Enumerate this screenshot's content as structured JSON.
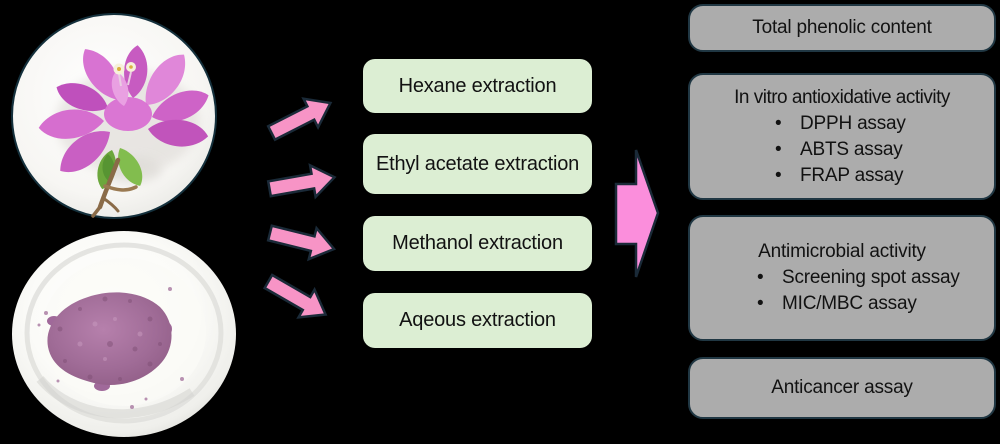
{
  "figure": {
    "background": "#000000",
    "photos": {
      "flower": "bougainvillea-flower-photo",
      "powder": "plant-powder-in-bowl-photo"
    }
  },
  "extractions": {
    "box_fill": "#DCEED3",
    "text_color": "#121212",
    "items": [
      {
        "label": "Hexane extraction"
      },
      {
        "label": "Ethyl acetate extraction"
      },
      {
        "label": "Methanol extraction"
      },
      {
        "label": "Aqeous extraction"
      }
    ]
  },
  "assays": {
    "box_fill": "#ACACAC",
    "border_color": "#203743",
    "text_color": "#121212",
    "bullet_char": "•",
    "items": [
      {
        "title": "Total phenolic content",
        "bullets": []
      },
      {
        "title": "In vitro antioxidative activity",
        "bullets": [
          "DPPH assay",
          "ABTS assay",
          "FRAP assay"
        ]
      },
      {
        "title": "Antimicrobial activity",
        "bullets": [
          "Screening spot assay",
          "MIC/MBC assay"
        ]
      },
      {
        "title": "Anticancer assay",
        "bullets": []
      }
    ]
  },
  "arrows": {
    "small_fill": "#F794C6",
    "big_fill": "#FB8EDC",
    "outline": "#1A2A38"
  }
}
